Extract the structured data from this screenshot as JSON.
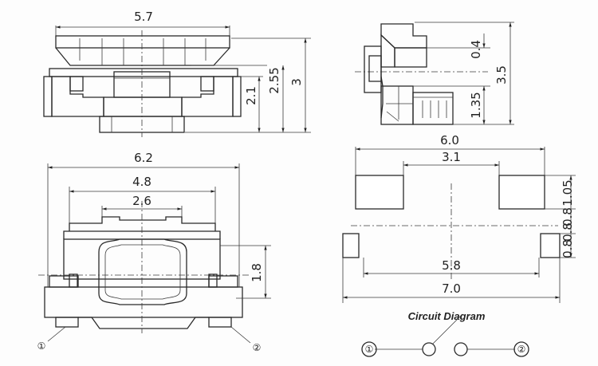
{
  "top_right_view": {
    "dim_top": "0.4",
    "dim_bottom": "1.35",
    "dim_total": "3.5"
  },
  "top_left_view": {
    "dim_width": "5.7",
    "dim_h1": "2.1",
    "dim_h2": "2.55",
    "dim_h3": "3"
  },
  "bottom_left_view": {
    "dim_w1": "6.2",
    "dim_w2": "4.8",
    "dim_w3": "2.6",
    "dim_h": "1.8",
    "pin1": "①",
    "pin2": "②"
  },
  "footprint": {
    "dim_6_0": "6.0",
    "dim_3_1": "3.1",
    "dim_1_05": "1.05",
    "dim_0_8a": "0.8",
    "dim_0_8b": "0.8",
    "dim_0_8c": "0.8",
    "dim_5_8": "5.8",
    "dim_7_0": "7.0"
  },
  "circuit": {
    "title": "Circuit Diagram",
    "pin1": "①",
    "pin2": "②"
  }
}
